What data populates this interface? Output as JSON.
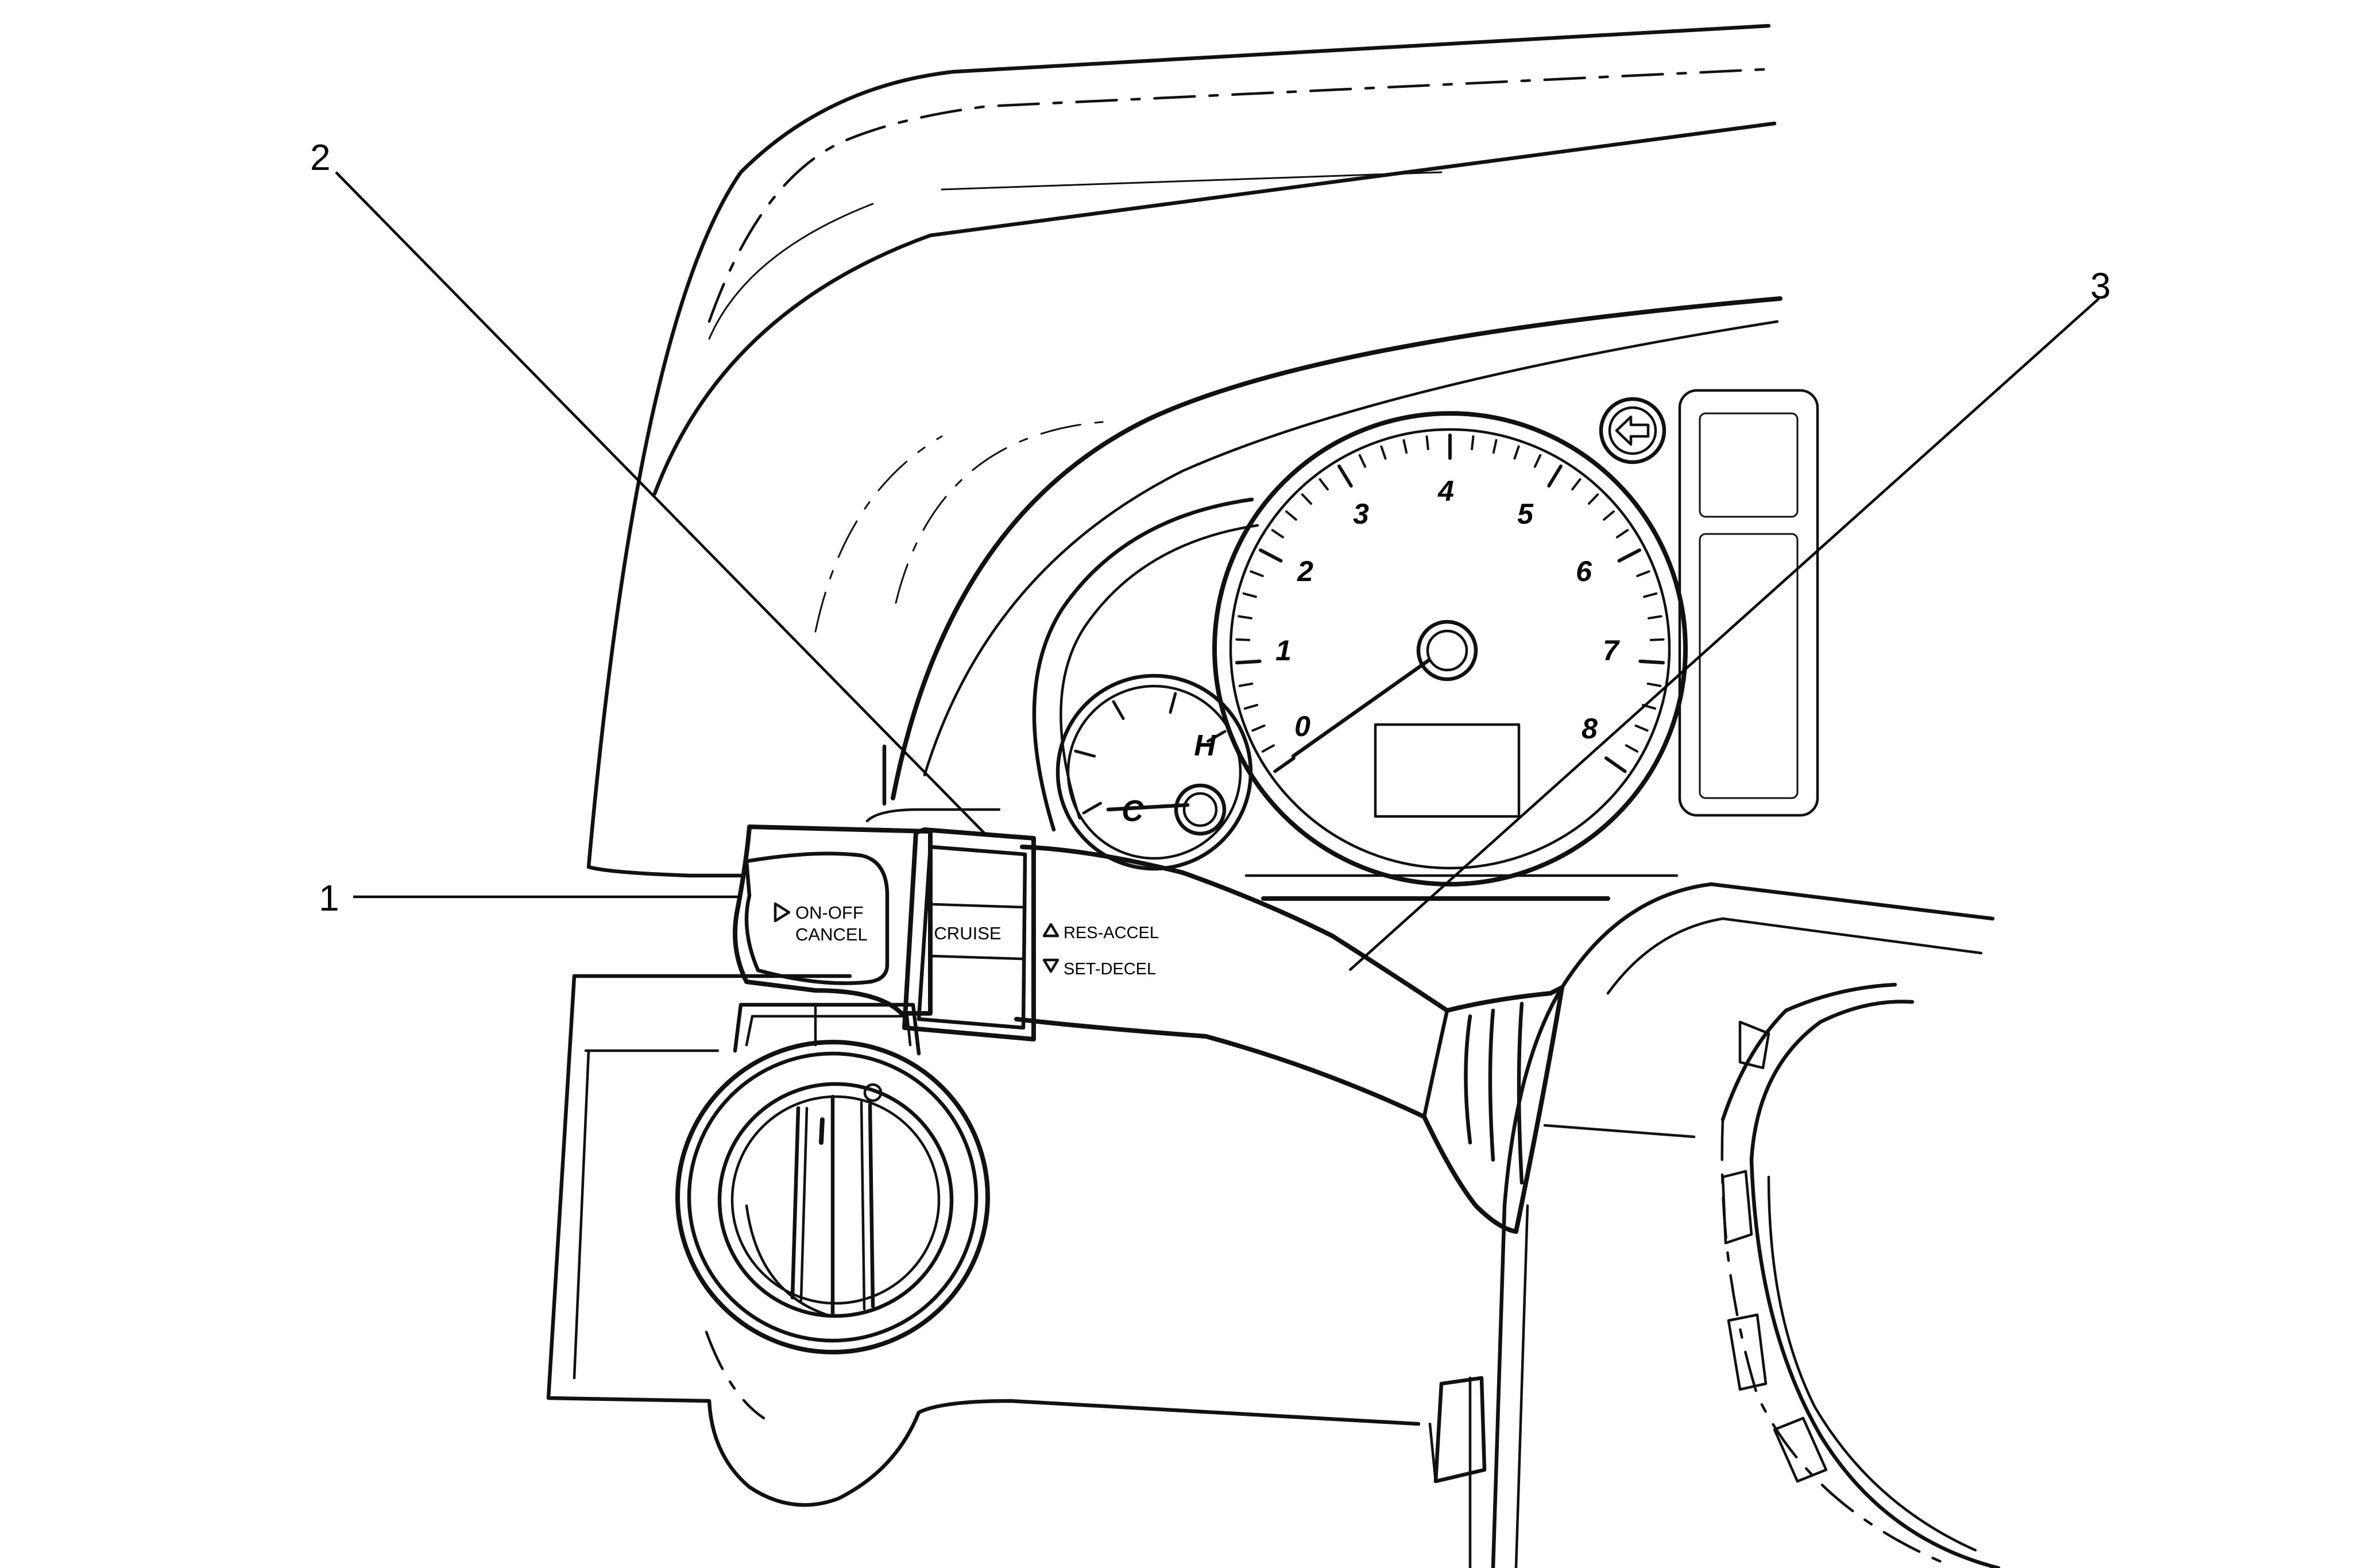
{
  "callouts": {
    "one": "1",
    "two": "2",
    "three": "3"
  },
  "tachometer": {
    "numbers": [
      "0",
      "1",
      "2",
      "3",
      "4",
      "5",
      "6",
      "7",
      "8"
    ]
  },
  "temp_gauge": {
    "hot": "H",
    "cold": "C"
  },
  "lever": {
    "onoff": "ON-OFF",
    "cancel": "CANCEL",
    "cruise": "CRUISE",
    "res_accel": "RES-ACCEL",
    "set_decel": "SET-DECEL"
  },
  "icons": {
    "triangle_right": "triangle-right-icon",
    "triangle_up": "triangle-up-icon",
    "triangle_down": "triangle-down-icon",
    "left_arrow": "left-arrow-icon"
  }
}
